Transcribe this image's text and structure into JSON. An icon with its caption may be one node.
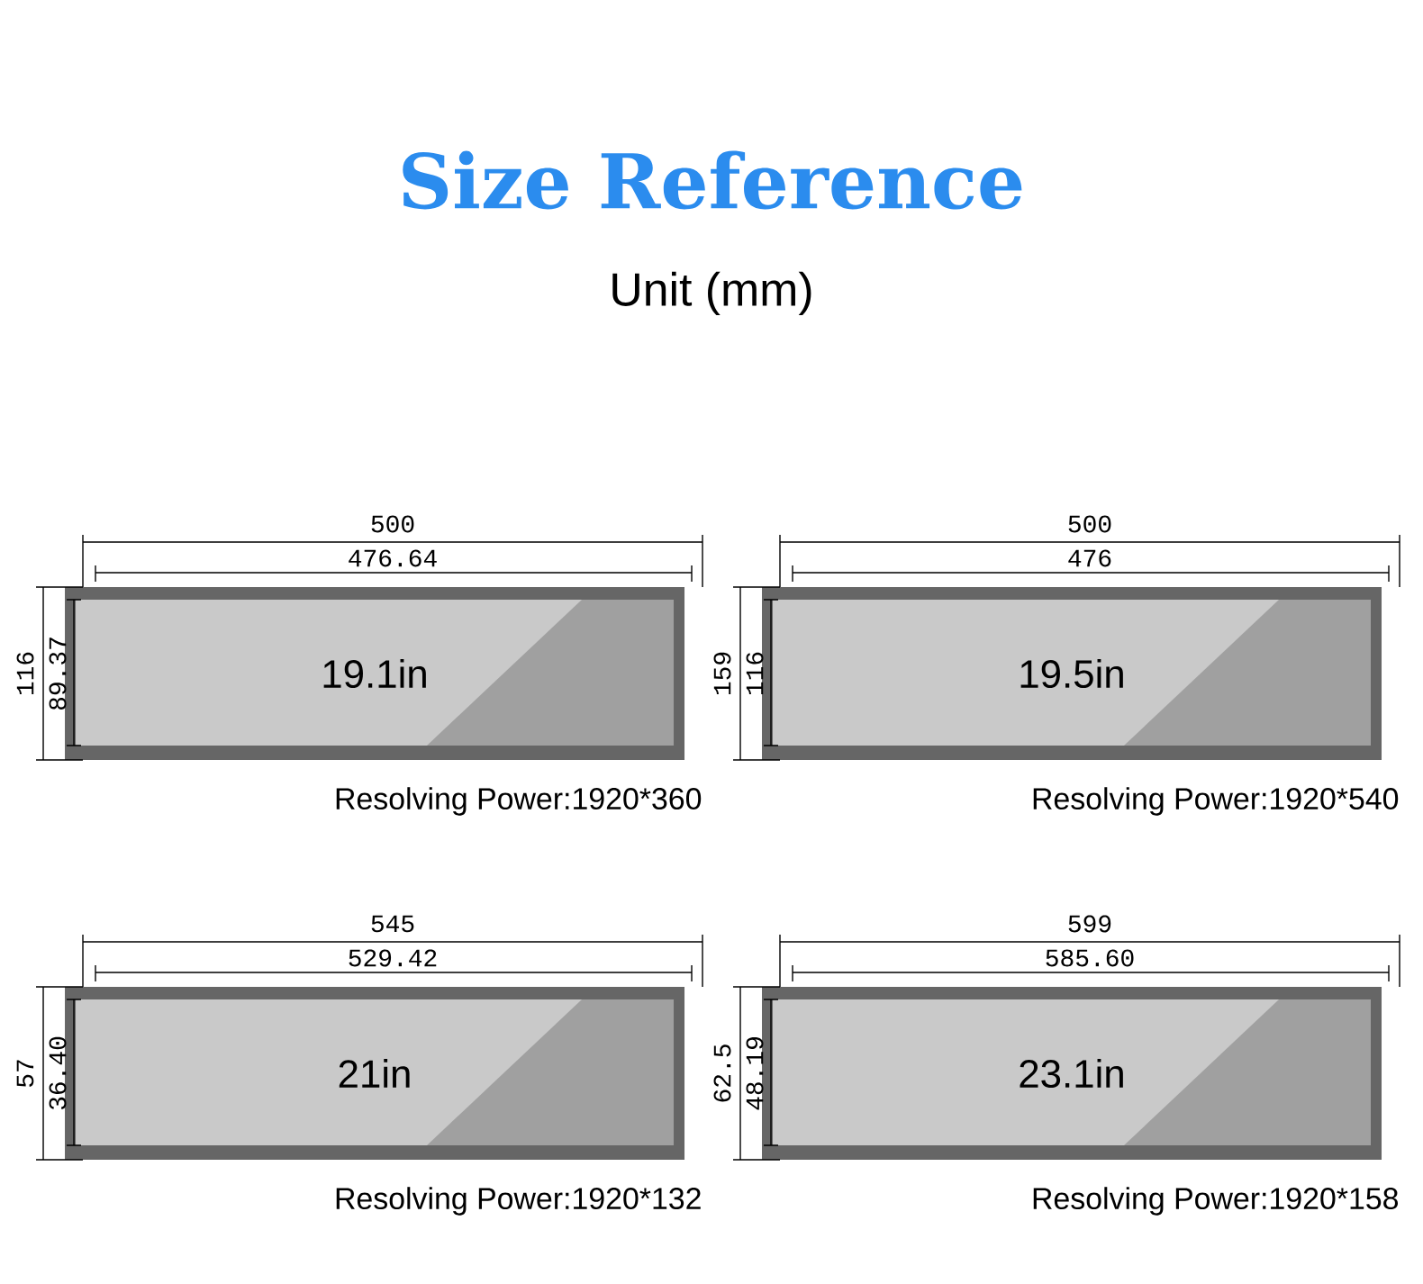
{
  "diagram": {
    "title": "Size Reference",
    "nodes": [
      {
        "text": [
          "19.1in"
        ],
        "beside": [
          "Resolving Power:1920*360"
        ]
      },
      {
        "text": [
          "19.5in"
        ],
        "beside": [
          "Resolving Power:1920*540"
        ]
      },
      {
        "text": [
          "21in"
        ],
        "beside": [
          "Resolving Power:1920*132"
        ]
      },
      {
        "text": [
          "23.1in"
        ],
        "beside": [
          "Resolving Power:1920*158"
        ]
      }
    ],
    "labels": [
      "Unit (mm)",
      "500",
      "476.64",
      "116",
      "89.37",
      "500",
      "476",
      "159",
      "116",
      "545",
      "529.42",
      "57",
      "36.40",
      "599",
      "585.60",
      "62.5",
      "48.19"
    ]
  }
}
